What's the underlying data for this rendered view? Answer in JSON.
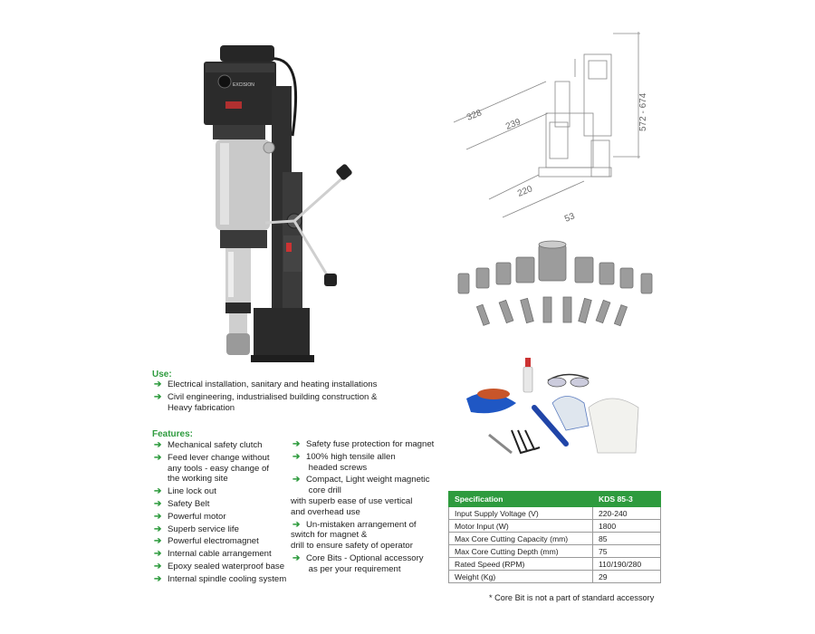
{
  "use": {
    "heading": "Use:",
    "items": [
      {
        "line1": "Electrical installation, sanitary and heating installations",
        "line2": ""
      },
      {
        "line1": "Civil engineering, industrialised building construction &",
        "line2": "Heavy fabrication"
      }
    ]
  },
  "features": {
    "heading": "Features:",
    "left": [
      {
        "line1": "Mechanical safety clutch",
        "line2": "",
        "line3": ""
      },
      {
        "line1": "Feed lever change without",
        "line2": "any tools - easy change of",
        "line3": "the working site"
      },
      {
        "line1": "Line lock out",
        "line2": "",
        "line3": ""
      },
      {
        "line1": "Safety Belt",
        "line2": "",
        "line3": ""
      },
      {
        "line1": "Powerful motor",
        "line2": "",
        "line3": ""
      },
      {
        "line1": "Superb service life",
        "line2": "",
        "line3": ""
      },
      {
        "line1": "Powerful electromagnet",
        "line2": "",
        "line3": ""
      },
      {
        "line1": "Internal cable arrangement",
        "line2": "",
        "line3": ""
      },
      {
        "line1": "Epoxy sealed waterproof base",
        "line2": "",
        "line3": ""
      },
      {
        "line1": "Internal spindle cooling system",
        "line2": "",
        "line3": ""
      }
    ],
    "right": [
      {
        "line1": "Safety fuse protection for magnet",
        "line2": "",
        "line3": ""
      },
      {
        "line1": "100% high tensile allen",
        "line2": " headed screws",
        "line3": ""
      },
      {
        "line1": "Compact, Light weight magnetic",
        "line2": " core drill",
        "line3": "with superb ease of use vertical",
        "line4": "and overhead use"
      },
      {
        "line1": "Un-mistaken arrangement of",
        "line2": "switch for magnet &",
        "line3": "drill to ensure safety of operator"
      },
      {
        "line1": "Core Bits - Optional accessory",
        "line2": " as per your requirement",
        "line3": ""
      }
    ]
  },
  "spec": {
    "header_label": "Specification",
    "header_model": "KDS 85-3",
    "rows": [
      {
        "label": "Input Supply Voltage (V)",
        "value": "220-240"
      },
      {
        "label": "Motor Input (W)",
        "value": "1800"
      },
      {
        "label": "Max Core Cutting Capacity (mm)",
        "value": "85"
      },
      {
        "label": "Max Core Cutting Depth (mm)",
        "value": "75"
      },
      {
        "label": "Rated Speed (RPM)",
        "value": "110/190/280"
      },
      {
        "label": "Weight (Kg)",
        "value": "29"
      }
    ]
  },
  "footnote": "* Core Bit is not a part of standard accessory",
  "dimensions": {
    "d1": "328",
    "d2": "239",
    "d3": "220",
    "d4": "53",
    "d5": "572 - 674"
  },
  "brand_logo_text": "EXCISION",
  "colors": {
    "accent_green": "#2e9b3e",
    "machine_dark": "#2b2b2b",
    "machine_silver": "#c9c9c9"
  }
}
